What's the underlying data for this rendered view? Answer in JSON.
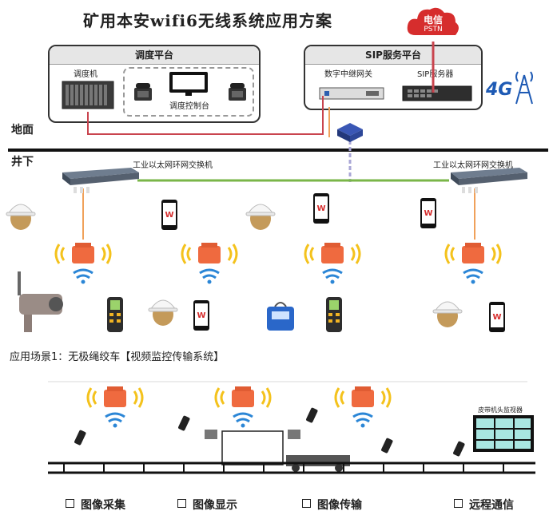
{
  "title": "矿用本安wifi6无线系统应用方案",
  "telecom": {
    "name": "电信",
    "sub": "PSTN"
  },
  "dispatch_platform": {
    "title": "调度平台",
    "server_label": "调度机",
    "console_label": "调度控制台"
  },
  "sip_platform": {
    "title": "SIP服务平台",
    "gateway_label": "数字中继网关",
    "server_label": "SIP服务器"
  },
  "badge_4g": "4G",
  "ground_label": "地面",
  "underground_label": "井下",
  "switch_left_label": "工业以太网环网交换机",
  "switch_right_label": "工业以太网环网交换机",
  "scenario_label": "应用场景1：无极绳绞车【视频监控传输系统】",
  "monitor_label": "皮带机头监视器",
  "legend": [
    "图像采集",
    "图像显示",
    "图像传输",
    "远程通信"
  ],
  "colors": {
    "ring": "#7ab648",
    "pstn": "#c9444e",
    "fiber": "#f0a15a",
    "ap": "#ef6a3f",
    "wave": "#f4c21c",
    "wifi": "#2b86d6"
  }
}
